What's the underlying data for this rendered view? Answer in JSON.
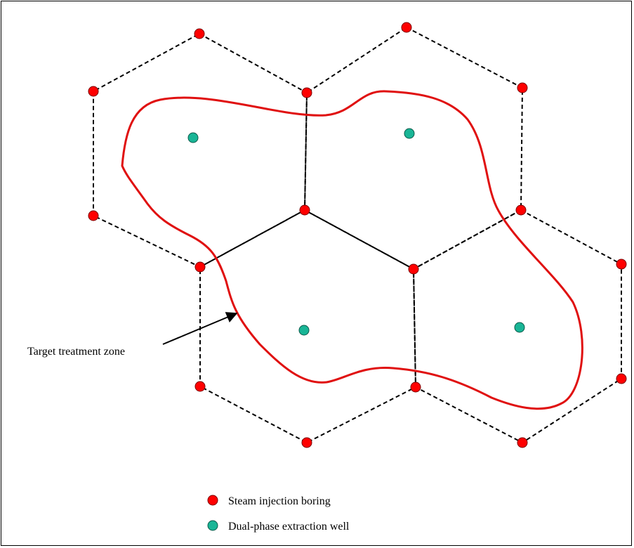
{
  "annotation": {
    "label": "Target treatment zone"
  },
  "legend": [
    {
      "kind": "injection",
      "label": "Steam injection boring"
    },
    {
      "kind": "extraction",
      "label": "Dual-phase extraction well"
    }
  ],
  "colors": {
    "injection": "#ff0000",
    "extraction": "#19b596",
    "zone_outline": "#e01010",
    "grid_line": "#000000"
  }
}
